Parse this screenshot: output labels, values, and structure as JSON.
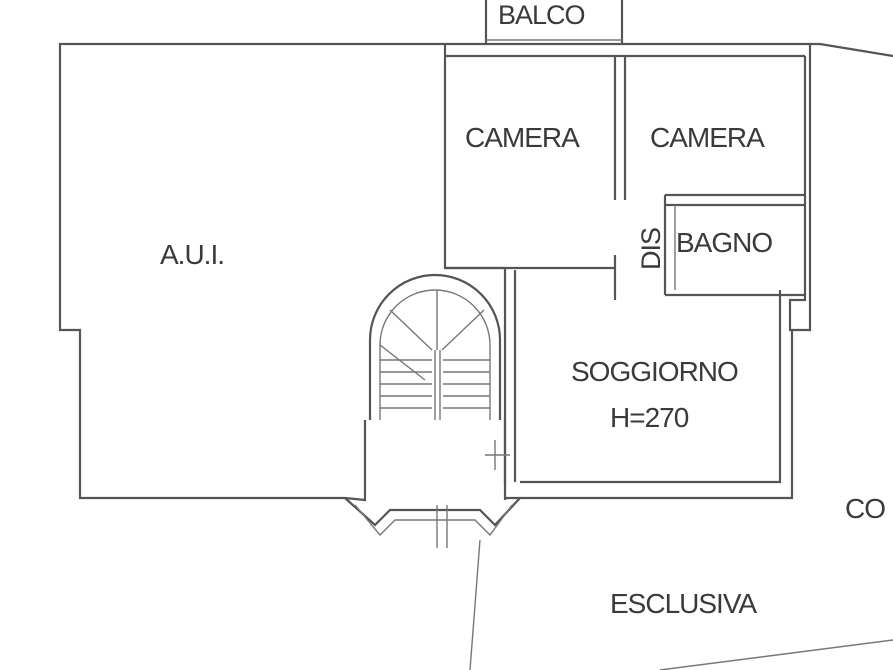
{
  "labels": {
    "balcony": "BALCO",
    "aui": "A.U.I.",
    "camera_left": "CAMERA",
    "camera_right": "CAMERA",
    "dis": "DIS",
    "bagno": "BAGNO",
    "soggiorno": "SOGGIORNO",
    "height": "H=270",
    "co": "CO",
    "esclusiva": "ESCLUSIVA"
  }
}
